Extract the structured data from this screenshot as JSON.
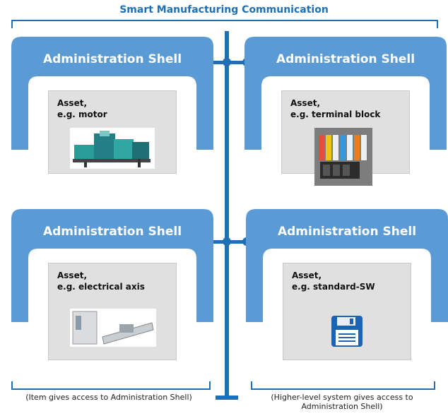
{
  "title": "Smart Manufacturing Communication",
  "colors": {
    "shell": "#5b9bd5",
    "bus": "#1f6fb7",
    "asset_bg": "#e0e0e0"
  },
  "shells": [
    {
      "label": "Administration Shell",
      "asset_line1": "Asset,",
      "asset_line2": "e.g. motor",
      "image": "machine-image"
    },
    {
      "label": "Administration Shell",
      "asset_line1": "Asset,",
      "asset_line2": "e.g. terminal block",
      "image": "terminal-block-image"
    },
    {
      "label": "Administration Shell",
      "asset_line1": "Asset,",
      "asset_line2": "e.g. electrical axis",
      "image": "electrical-axis-image"
    },
    {
      "label": "Administration Shell",
      "asset_line1": "Asset,",
      "asset_line2": "e.g. standard-SW",
      "image": "floppy-disk-icon"
    }
  ],
  "captions": {
    "left": "(Item gives access to Administration Shell)",
    "right_line1": "(Higher-level system gives access to",
    "right_line2": "Administration Shell)"
  }
}
